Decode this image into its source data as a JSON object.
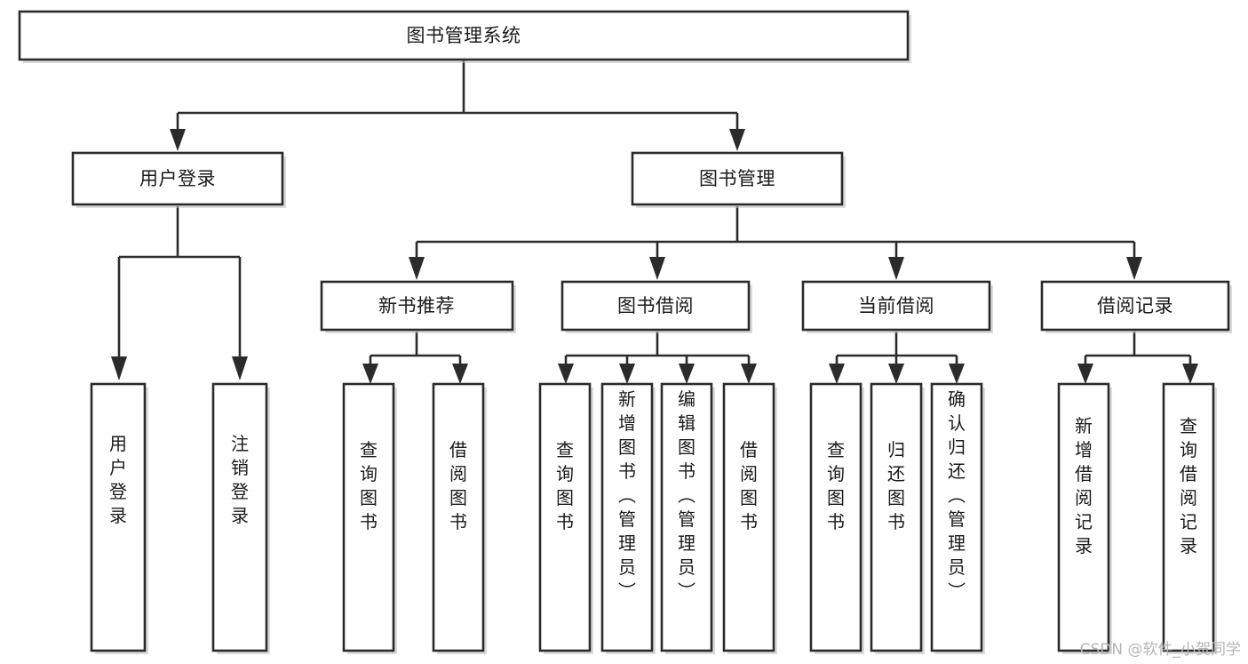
{
  "diagram": {
    "title": "图书管理系统",
    "type": "tree-hierarchy",
    "watermark": "CSDN @软件_小贺同学",
    "colors": {
      "box_fill": "#ffffff",
      "box_stroke": "#2b2b2b",
      "text": "#1a1a1a",
      "watermark": "#b5b5b5",
      "background": "#ffffff"
    },
    "levels": {
      "root": {
        "label": "图书管理系统"
      },
      "level2": [
        {
          "label": "用户登录"
        },
        {
          "label": "图书管理"
        }
      ],
      "level3": [
        {
          "label": "新书推荐",
          "parent": "图书管理"
        },
        {
          "label": "图书借阅",
          "parent": "图书管理"
        },
        {
          "label": "当前借阅",
          "parent": "图书管理"
        },
        {
          "label": "借阅记录",
          "parent": "图书管理"
        }
      ],
      "leaves": [
        {
          "label": "用户登录",
          "parent": "用户登录"
        },
        {
          "label": "注销登录",
          "parent": "用户登录"
        },
        {
          "label": "查询图书",
          "parent": "新书推荐"
        },
        {
          "label": "借阅图书",
          "parent": "新书推荐"
        },
        {
          "label": "查询图书",
          "parent": "图书借阅"
        },
        {
          "label": "新增图书（管理员）",
          "parent": "图书借阅"
        },
        {
          "label": "编辑图书（管理员）",
          "parent": "图书借阅"
        },
        {
          "label": "借阅图书",
          "parent": "图书借阅"
        },
        {
          "label": "查询图书",
          "parent": "当前借阅"
        },
        {
          "label": "归还图书",
          "parent": "当前借阅"
        },
        {
          "label": "确认归还（管理员）",
          "parent": "当前借阅"
        },
        {
          "label": "新增借阅记录",
          "parent": "借阅记录"
        },
        {
          "label": "查询借阅记录",
          "parent": "借阅记录"
        }
      ]
    }
  }
}
